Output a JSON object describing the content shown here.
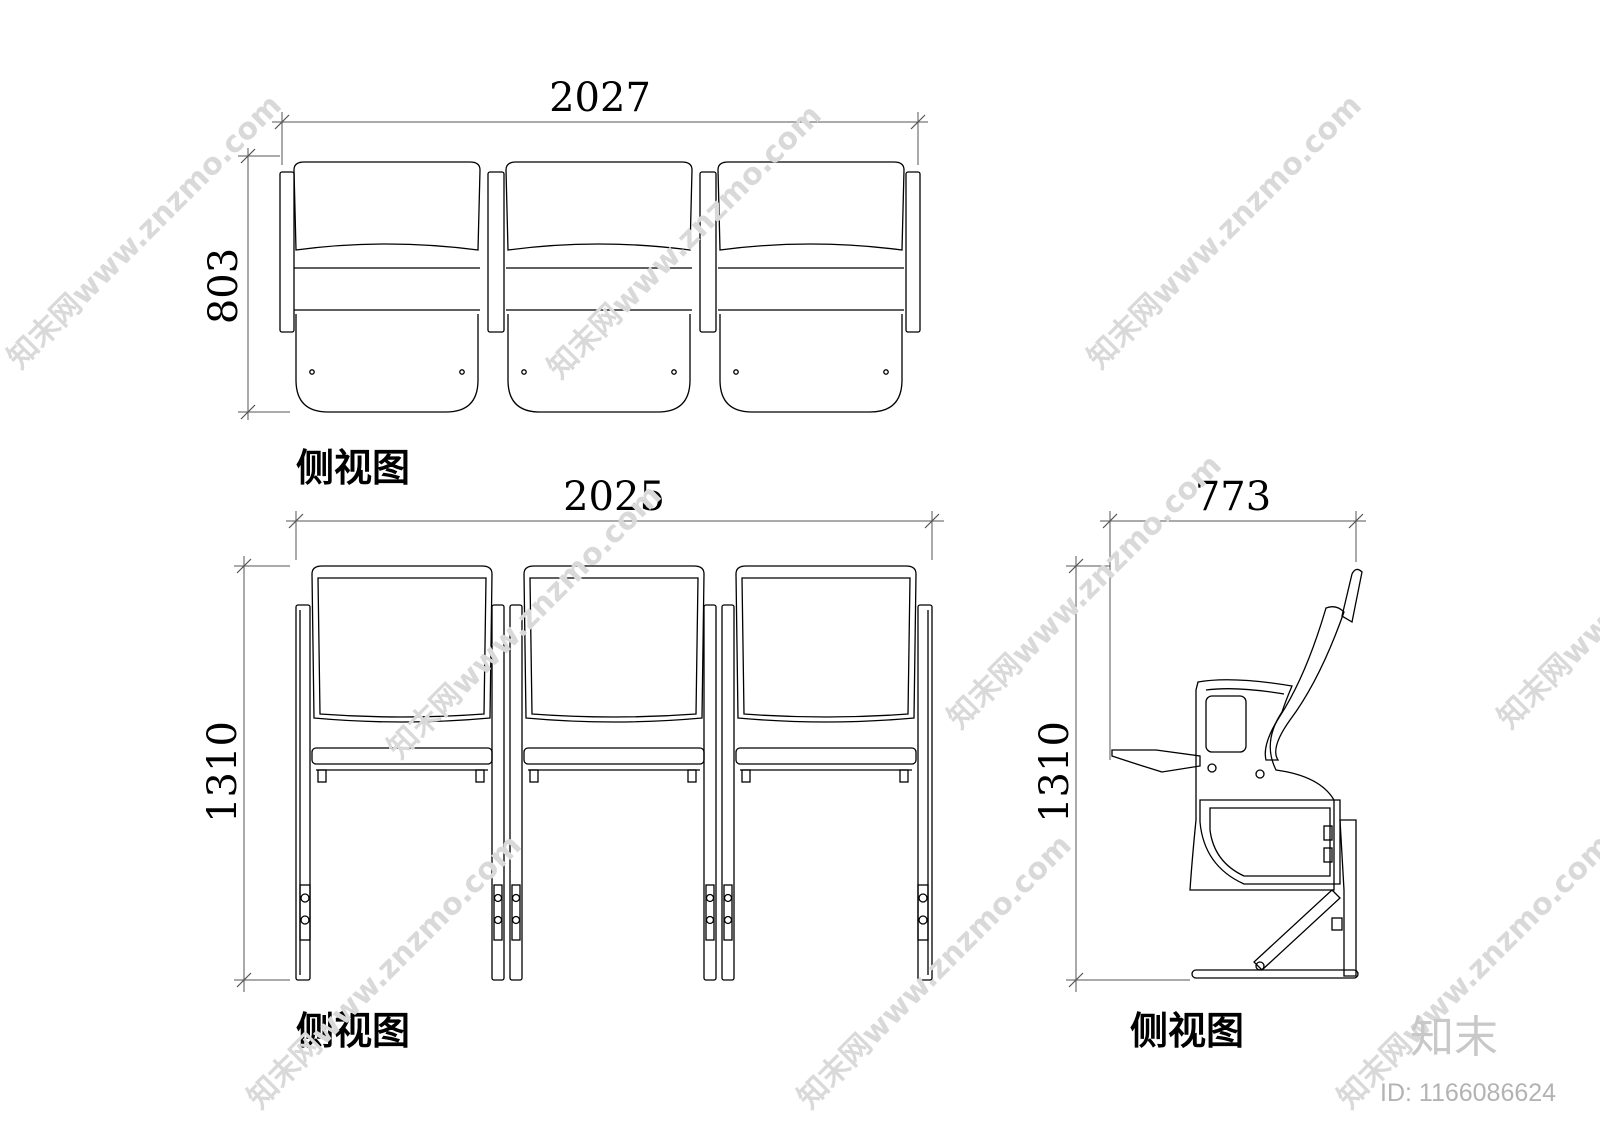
{
  "top_view": {
    "width_dim": "2027",
    "height_dim": "803",
    "caption": "侧视图"
  },
  "front_view": {
    "width_dim": "2025",
    "height_dim": "1310",
    "caption": "侧视图"
  },
  "side_view": {
    "width_dim": "773",
    "height_dim": "1310",
    "caption": "侧视图"
  },
  "watermark": {
    "text": "知末网www.znzmo.com",
    "logo": "知末",
    "id": "ID: 1166086624"
  }
}
